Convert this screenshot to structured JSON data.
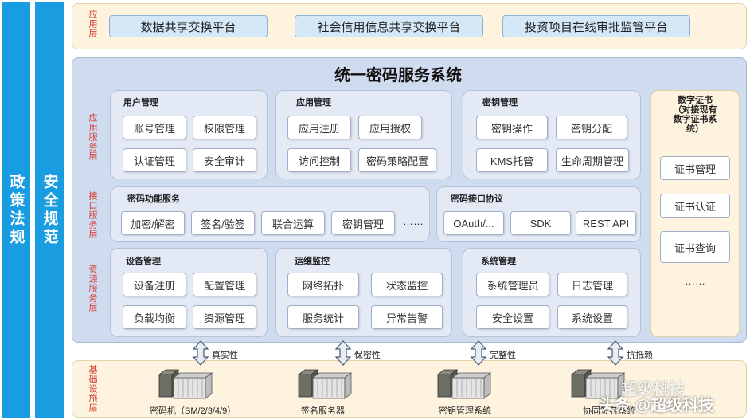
{
  "side": {
    "policy": "政策法规",
    "security": "安全规范"
  },
  "app_layer": {
    "label": "应用层",
    "items": [
      "数据共享交换平台",
      "社会信用信息共享交换平台",
      "投资项目在线审批监管平台"
    ]
  },
  "system": {
    "title": "统一密码服务系统",
    "layer_labels": [
      "应用服务层",
      "接口服务层",
      "资源服务层"
    ],
    "user_mgmt": {
      "title": "用户管理",
      "items": [
        "账号管理",
        "权限管理",
        "认证管理",
        "安全审计"
      ]
    },
    "app_mgmt": {
      "title": "应用管理",
      "items": [
        "应用注册",
        "应用授权",
        "访问控制",
        "密码策略配置"
      ]
    },
    "key_mgmt": {
      "title": "密钥管理",
      "items": [
        "密钥操作",
        "密钥分配",
        "KMS托管",
        "生命周期管理"
      ]
    },
    "crypto_func": {
      "title": "密码功能服务",
      "items": [
        "加密/解密",
        "签名/验签",
        "联合运算",
        "密钥管理"
      ],
      "more": "……"
    },
    "crypto_iface": {
      "title": "密码接口协议",
      "items": [
        "OAuth/...",
        "SDK",
        "REST API"
      ]
    },
    "device_mgmt": {
      "title": "设备管理",
      "items": [
        "设备注册",
        "配置管理",
        "负载均衡",
        "资源管理"
      ]
    },
    "ops_monitor": {
      "title": "运维监控",
      "items": [
        "网络拓扑",
        "状态监控",
        "服务统计",
        "异常告警"
      ]
    },
    "sys_mgmt": {
      "title": "系统管理",
      "items": [
        "系统管理员",
        "日志管理",
        "安全设置",
        "系统设置"
      ]
    },
    "cert": {
      "title": "数字证书\n（对接现有\n数字证书系\n统）",
      "items": [
        "证书管理",
        "证书认证",
        "证书查询"
      ],
      "more": "……"
    }
  },
  "base": {
    "label": "基础设施层",
    "arrows": [
      "真实性",
      "保密性",
      "完整性",
      "抗抵赖"
    ],
    "devices": [
      "密码机（SM/2/3/4/9）",
      "签名服务器",
      "密钥管理系统",
      "协同签名系统"
    ]
  },
  "watermark": {
    "text": "头条 @超级科技",
    "sub": "超级科技"
  }
}
